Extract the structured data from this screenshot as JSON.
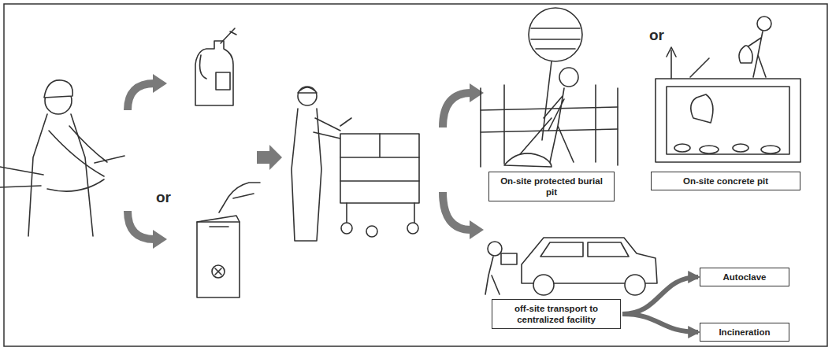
{
  "diagram": {
    "nodes": [
      {
        "text": [
          "On-site protected burial pit"
        ]
      },
      {
        "text": [
          "On-site concrete pit"
        ]
      },
      {
        "text": [
          "off-site transport to centralized facility"
        ]
      },
      {
        "text": [
          "Autoclave"
        ]
      },
      {
        "text": [
          "Incineration"
        ]
      }
    ],
    "edges": [
      {
        "from": 2,
        "to": 3,
        "arrow": "to"
      },
      {
        "from": 2,
        "to": 4,
        "arrow": "to"
      }
    ],
    "labels": [
      "or",
      "or"
    ]
  }
}
